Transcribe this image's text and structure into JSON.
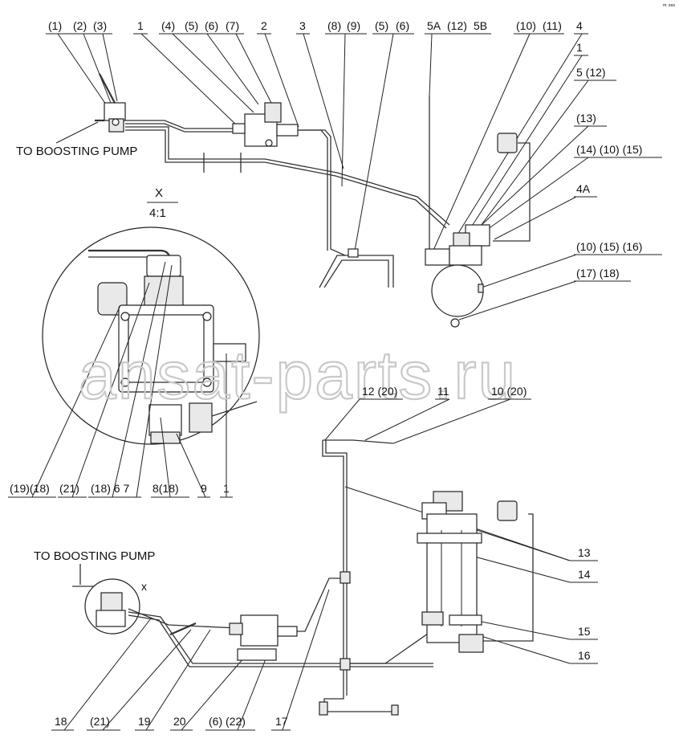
{
  "title_mark": "ᵐ ˢˢˢ",
  "top_view": {
    "callouts": [
      {
        "id": "c1",
        "text": "(1)"
      },
      {
        "id": "c2",
        "text": "(2)"
      },
      {
        "id": "c3",
        "text": "(3)"
      },
      {
        "id": "c4",
        "text": "1"
      },
      {
        "id": "c5",
        "text": "(4)"
      },
      {
        "id": "c6",
        "text": "(5)"
      },
      {
        "id": "c7",
        "text": "(6)"
      },
      {
        "id": "c8",
        "text": "(7)"
      },
      {
        "id": "c9",
        "text": "2"
      },
      {
        "id": "c10",
        "text": "3"
      },
      {
        "id": "c11",
        "text": "(8)"
      },
      {
        "id": "c12",
        "text": "(9)"
      },
      {
        "id": "c13",
        "text": "(5)"
      },
      {
        "id": "c14",
        "text": "(6)"
      },
      {
        "id": "c15",
        "text": "5A"
      },
      {
        "id": "c16",
        "text": "(12)"
      },
      {
        "id": "c17",
        "text": "5B"
      },
      {
        "id": "c18",
        "text": "(10)"
      },
      {
        "id": "c19",
        "text": "(11)"
      },
      {
        "id": "c20",
        "text": "4"
      },
      {
        "id": "c21",
        "text": "1"
      },
      {
        "id": "c22",
        "text": "5 (12)"
      },
      {
        "id": "c23",
        "text": "(13)"
      },
      {
        "id": "c24",
        "text": "(14) (10) (15)"
      },
      {
        "id": "c25",
        "text": "4A"
      },
      {
        "id": "c26",
        "text": "(10) (15) (16)"
      },
      {
        "id": "c27",
        "text": "(17) (18)"
      }
    ],
    "note": "TO BOOSTING PUMP"
  },
  "detail_view": {
    "title": "X",
    "scale": "4:1",
    "callouts": [
      {
        "id": "d1",
        "text": "(19)(18)"
      },
      {
        "id": "d2",
        "text": "(21)"
      },
      {
        "id": "d3",
        "text": "(18) 6 7"
      },
      {
        "id": "d4",
        "text": "8(18)"
      },
      {
        "id": "d5",
        "text": "9"
      },
      {
        "id": "d6",
        "text": "1"
      }
    ]
  },
  "bottom_view": {
    "note": "TO BOOSTING PUMP",
    "x_mark": "x",
    "callouts": [
      {
        "id": "b1",
        "text": "12 (20)"
      },
      {
        "id": "b2",
        "text": "11"
      },
      {
        "id": "b3",
        "text": "10 (20)"
      },
      {
        "id": "b4",
        "text": "13"
      },
      {
        "id": "b5",
        "text": "14"
      },
      {
        "id": "b6",
        "text": "15"
      },
      {
        "id": "b7",
        "text": "16"
      },
      {
        "id": "b8",
        "text": "18"
      },
      {
        "id": "b9",
        "text": "(21)"
      },
      {
        "id": "b10",
        "text": "19"
      },
      {
        "id": "b11",
        "text": "20"
      },
      {
        "id": "b12",
        "text": "(6) (22)"
      },
      {
        "id": "b13",
        "text": "17"
      }
    ]
  },
  "watermark": "ansat-parts.ru"
}
